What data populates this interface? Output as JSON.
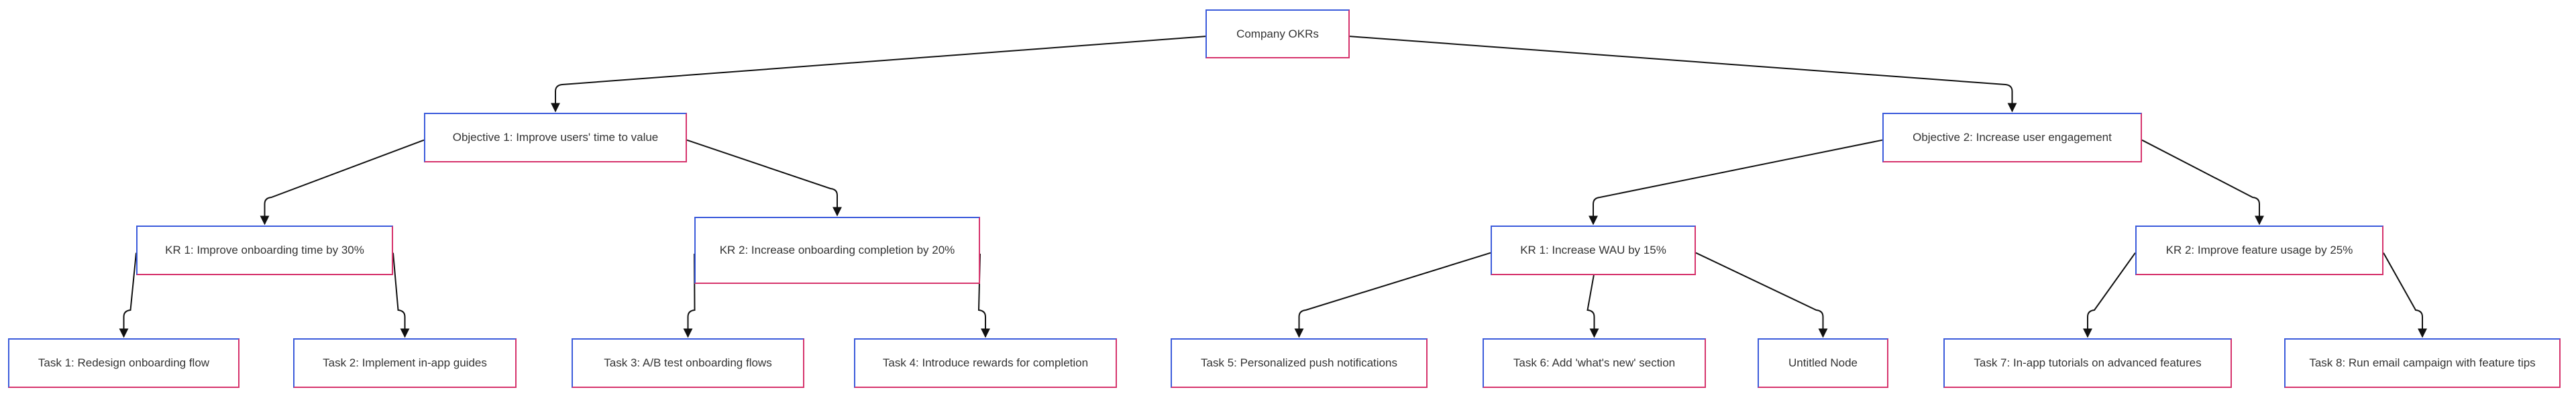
{
  "diagram": {
    "type": "tree",
    "colors": {
      "border_primary": "#3b5bdb",
      "border_secondary": "#d6336c",
      "edge": "#111111",
      "text": "#333333",
      "background": "#ffffff"
    },
    "nodes": [
      {
        "id": "root",
        "label": "Company OKRs",
        "parent": null
      },
      {
        "id": "obj1",
        "label": "Objective 1: Improve users' time to value",
        "parent": "root"
      },
      {
        "id": "obj2",
        "label": "Objective 2: Increase user engagement",
        "parent": "root"
      },
      {
        "id": "kr1a",
        "label": "KR 1: Improve onboarding time by 30%",
        "parent": "obj1"
      },
      {
        "id": "kr2a",
        "label": "KR 2: Increase onboarding completion by 20%",
        "parent": "obj1"
      },
      {
        "id": "kr1b",
        "label": "KR 1: Increase WAU by 15%",
        "parent": "obj2"
      },
      {
        "id": "kr2b",
        "label": "KR 2: Improve feature usage by 25%",
        "parent": "obj2"
      },
      {
        "id": "t1",
        "label": "Task 1: Redesign onboarding flow",
        "parent": "kr1a"
      },
      {
        "id": "t2",
        "label": "Task 2: Implement in-app guides",
        "parent": "kr1a"
      },
      {
        "id": "t3",
        "label": "Task 3: A/B test onboarding flows",
        "parent": "kr2a"
      },
      {
        "id": "t4",
        "label": "Task 4: Introduce rewards for completion",
        "parent": "kr2a"
      },
      {
        "id": "t5",
        "label": "Task 5: Personalized push notifications",
        "parent": "kr1b"
      },
      {
        "id": "t6",
        "label": "Task 6: Add 'what's new' section",
        "parent": "kr1b"
      },
      {
        "id": "un",
        "label": "Untitled Node",
        "parent": "kr1b"
      },
      {
        "id": "t7",
        "label": "Task 7: In-app tutorials on advanced features",
        "parent": "kr2b"
      },
      {
        "id": "t8",
        "label": "Task 8: Run email campaign with feature tips",
        "parent": "kr2b"
      }
    ]
  }
}
